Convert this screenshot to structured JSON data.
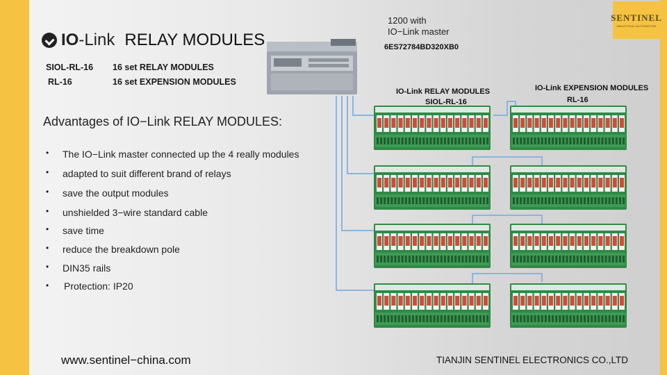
{
  "header": {
    "brand_io": "IO",
    "brand_link": "-Link",
    "title": "RELAY MODULES"
  },
  "models": [
    {
      "code": "SIOL-RL-16",
      "desc": "16 set RELAY MODULES"
    },
    {
      "code": "RL-16",
      "desc": "16 set EXPENSION MODULES"
    }
  ],
  "advantages": {
    "title": "Advantages of IO−Link RELAY MODULES:",
    "items": [
      "The IO−Link master connected up the 4 really modules",
      "adapted to suit different brand of  relays",
      "save the output modules",
      "unshielded 3−wire standard cable",
      "save time",
      "reduce the breakdown pole",
      "DIN35 rails",
      "Protection: IP20"
    ]
  },
  "plc": {
    "line1": "1200 with",
    "line2": "IO−Link master",
    "code": "6ES72784BD320XB0"
  },
  "diagram": {
    "relay_header": "IO-Link RELAY MODULES",
    "relay_model": "SIOL-RL-16",
    "exp_header": "IO-Link EXPENSION MODULES",
    "exp_model": "RL-16"
  },
  "logo": {
    "word": "SENTINEL",
    "sub": "INDUSTRIAL AUTOMATION"
  },
  "footer": {
    "website": "www.sentinel−china.com",
    "company": "TIANJIN SENTINEL ELECTRONICS CO.,LTD"
  },
  "colors": {
    "accent": "#f5c242",
    "module_green": "#2f8a46",
    "relay_red": "#d24a3a",
    "cable": "#8ab4e0"
  },
  "icons": {
    "brand": "io-link-check-icon"
  }
}
